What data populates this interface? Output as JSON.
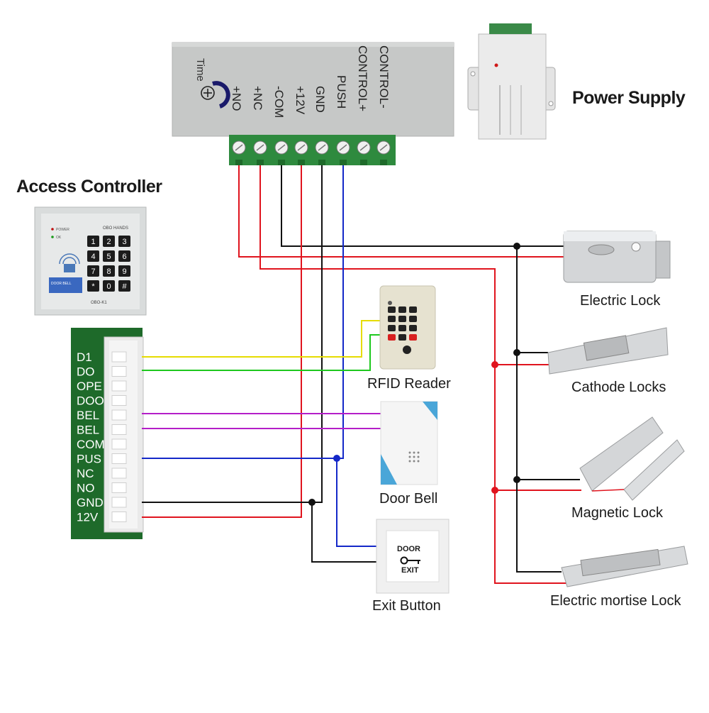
{
  "titles": {
    "power_supply": "Power Supply",
    "access_controller": "Access Controller"
  },
  "devices": {
    "rfid_reader": "RFID Reader",
    "door_bell": "Door Bell",
    "exit_button": "Exit Button",
    "electric_lock": "Electric Lock",
    "cathode_locks": "Cathode Locks",
    "magnetic_lock": "Magnetic Lock",
    "mortise_lock": "Electric mortise Lock"
  },
  "power_supply_box": {
    "corner_label": "Time",
    "terminals": [
      "+NO",
      "+NC",
      "-COM",
      "+12V",
      "GND",
      "PUSH",
      "CONTROL+",
      "CONTROL-"
    ]
  },
  "controller_board": {
    "pins": [
      "D1",
      "DO",
      "OPE",
      "DOO",
      "BEL",
      "BEL",
      "COM",
      "PUS",
      "NC",
      "NO",
      "GND",
      "12V"
    ]
  },
  "keypad": {
    "brand": "OBO HANDS",
    "model": "OBO-K1",
    "led_power": "POWER",
    "led_ok": "OK",
    "keys": [
      "1",
      "2",
      "3",
      "4",
      "5",
      "6",
      "7",
      "8",
      "9",
      "*",
      "0",
      "#"
    ],
    "door_bell_key": "DOOR BELL"
  },
  "exit_plate": {
    "top_text": "DOOR",
    "bottom_text": "EXIT"
  },
  "wire_colors": {
    "red": "#e0141e",
    "black": "#111111",
    "blue": "#1428c8",
    "yellow": "#e6dc00",
    "green": "#1ec81e",
    "purple": "#b41ec8"
  }
}
